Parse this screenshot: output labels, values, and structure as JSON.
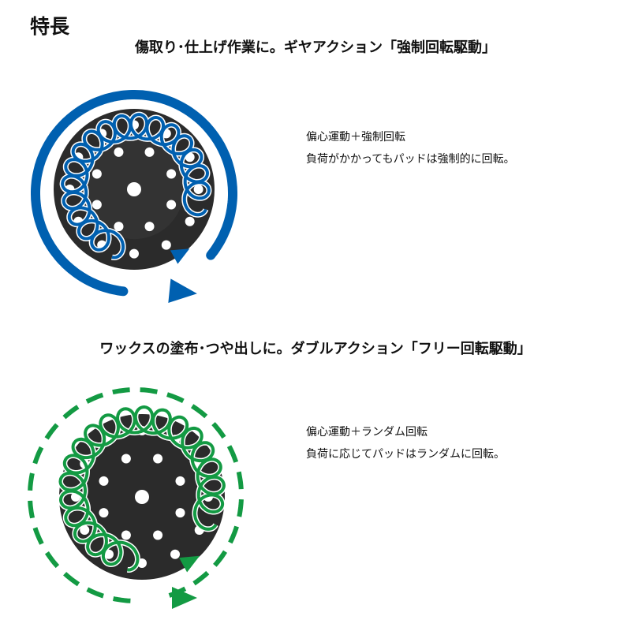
{
  "page_title": "特長",
  "sections": [
    {
      "heading": "傷取り･仕上げ作業に。ギヤアクション「強制回転駆動」",
      "line1": "偏心運動＋強制回転",
      "line2": "負荷がかかってもパッドは強制的に回転。",
      "color": "#0060b0",
      "arc_style": "solid"
    },
    {
      "heading": "ワックスの塗布･つや出しに。ダブルアクション「フリー回転駆動」",
      "line1": "偏心運動＋ランダム回転",
      "line2": "負荷に応じてパッドはランダムに回転。",
      "color": "#139a43",
      "arc_style": "dashed"
    }
  ]
}
